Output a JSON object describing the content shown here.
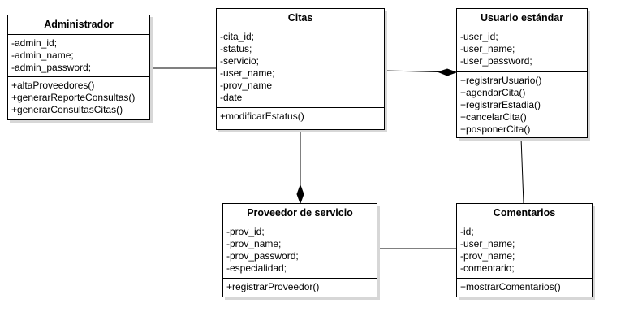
{
  "classes": {
    "administrador": {
      "name": "Administrador",
      "attributes": [
        "-admin_id;",
        "-admin_name;",
        "-admin_password;"
      ],
      "methods": [
        "+altaProveedores()",
        "+generarReporteConsultas()",
        "+generarConsultasCitas()"
      ]
    },
    "citas": {
      "name": "Citas",
      "attributes": [
        "-cita_id;",
        "-status;",
        "-servicio;",
        "-user_name;",
        "-prov_name",
        "-date"
      ],
      "methods": [
        "+modificarEstatus()"
      ]
    },
    "usuario_estandar": {
      "name": "Usuario estándar",
      "attributes": [
        "-user_id;",
        "-user_name;",
        "-user_password;"
      ],
      "methods": [
        "+registrarUsuario()",
        "+agendarCita()",
        "+registrarEstadia()",
        "+cancelarCita()",
        "+posponerCita()"
      ]
    },
    "proveedor_servicio": {
      "name": "Proveedor de servicio",
      "attributes": [
        "-prov_id;",
        "-prov_name;",
        "-prov_password;",
        "-especialidad;"
      ],
      "methods": [
        "+registrarProveedor()"
      ]
    },
    "comentarios": {
      "name": "Comentarios",
      "attributes": [
        "-id;",
        "-user_name;",
        "-prov_name;",
        "-comentario;"
      ],
      "methods": [
        "+mostrarComentarios()"
      ]
    }
  },
  "relations": [
    {
      "from": "administrador",
      "to": "citas",
      "type": "association"
    },
    {
      "from": "citas",
      "to": "usuario_estandar",
      "type": "composition"
    },
    {
      "from": "citas",
      "to": "proveedor_servicio",
      "type": "composition"
    },
    {
      "from": "usuario_estandar",
      "to": "comentarios",
      "type": "association"
    },
    {
      "from": "proveedor_servicio",
      "to": "comentarios",
      "type": "association"
    }
  ],
  "colors": {
    "line": "#000000",
    "fill": "#ffffff",
    "shadow": "#d7d7d7"
  }
}
